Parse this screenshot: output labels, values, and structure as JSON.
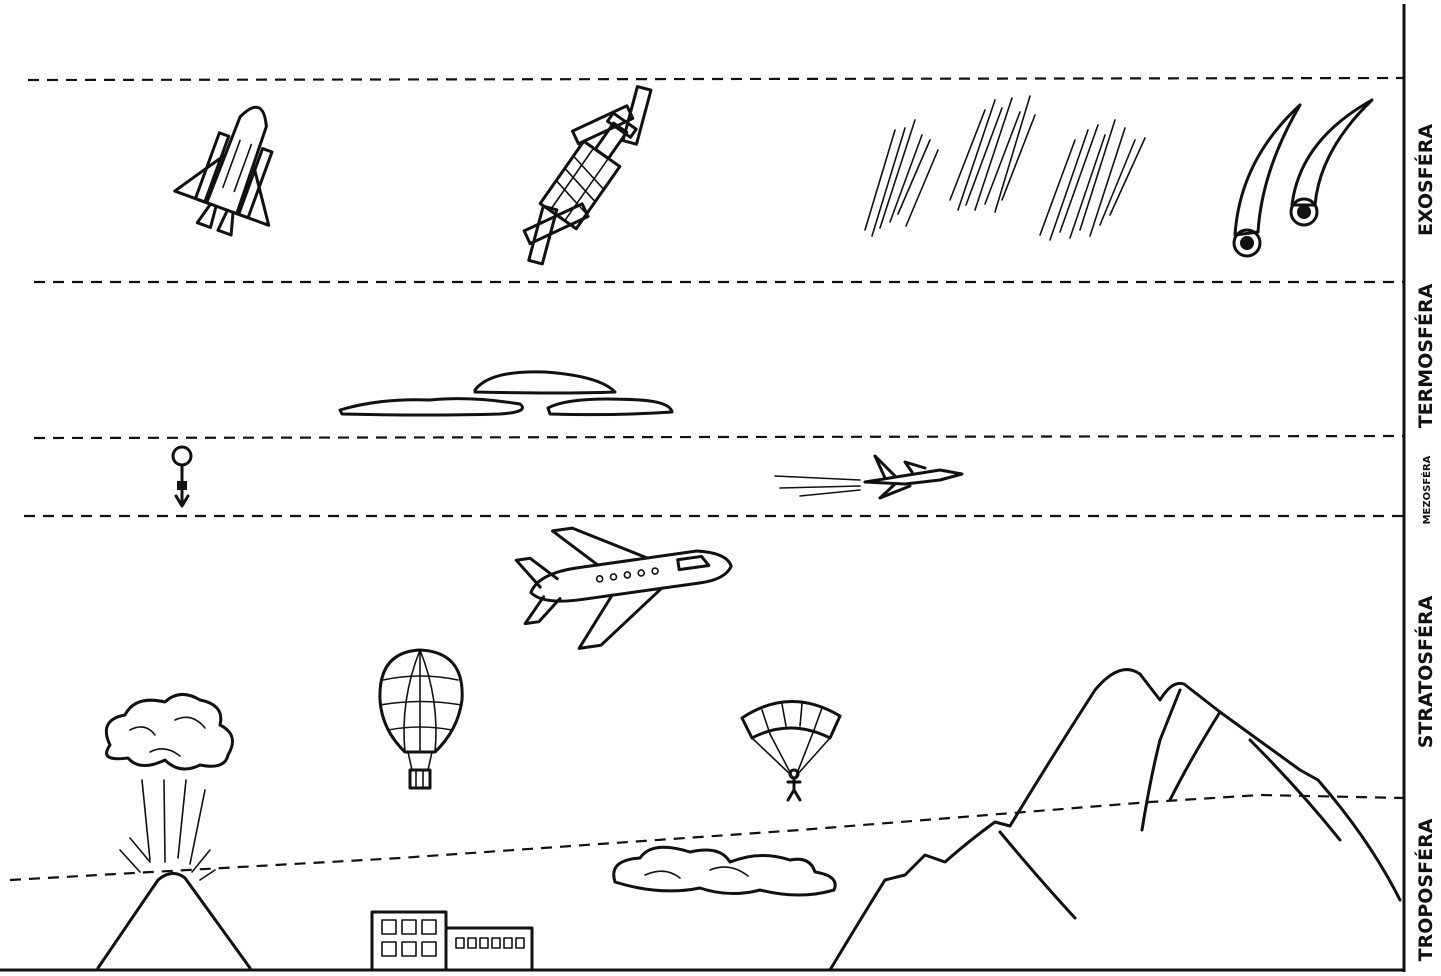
{
  "layers": {
    "exosphere": "EXOSFÉRA",
    "thermosphere": "TERMOSFÉRA",
    "mesosphere": "MEZOSFÉRA",
    "stratosphere": "STRATOSFÉRA",
    "troposphere": "TROPOSFÉRA"
  },
  "illustrations": [
    "space-shuttle",
    "satellite",
    "aurora",
    "meteors",
    "noctilucent-clouds",
    "weather-balloon",
    "fighter-jet",
    "airliner",
    "hot-air-balloon",
    "paraglider",
    "volcano",
    "clouds",
    "mountains",
    "building"
  ]
}
